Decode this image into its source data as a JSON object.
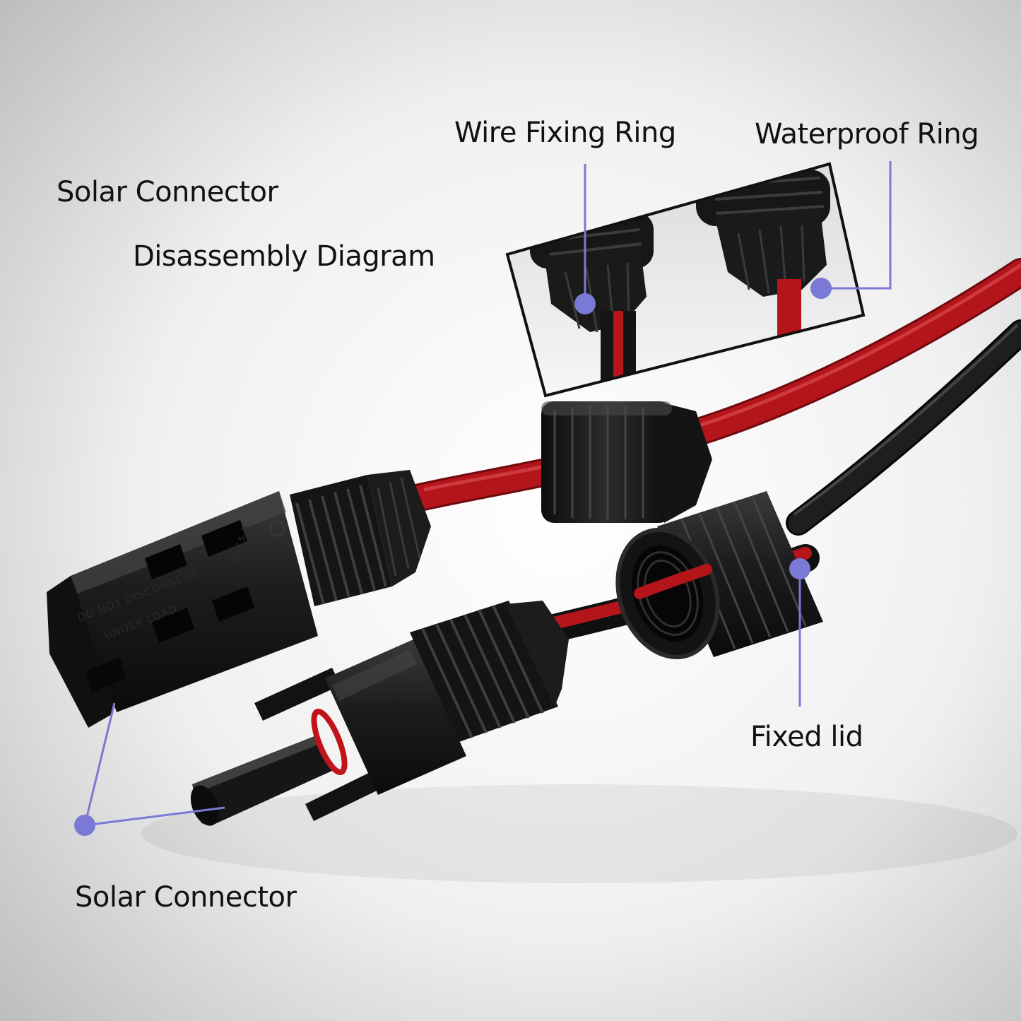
{
  "title": {
    "line1": "Solar Connector",
    "line2": "Disassembly Diagram"
  },
  "callouts": {
    "wire_fixing_ring": "Wire Fixing Ring",
    "waterproof_ring": "Waterproof Ring",
    "fixed_lid": "Fixed lid",
    "solar_connector": "Solar Connector"
  },
  "connector_markings": {
    "line1": "DO NOT DISCONNECT",
    "line2": "UNDER LOAD",
    "model": "PV-C5-B"
  },
  "colors": {
    "callout": "#7b79d6",
    "cable_red": "#b3151b",
    "cable_black": "#151515",
    "plastic": "#1b1b1b"
  }
}
